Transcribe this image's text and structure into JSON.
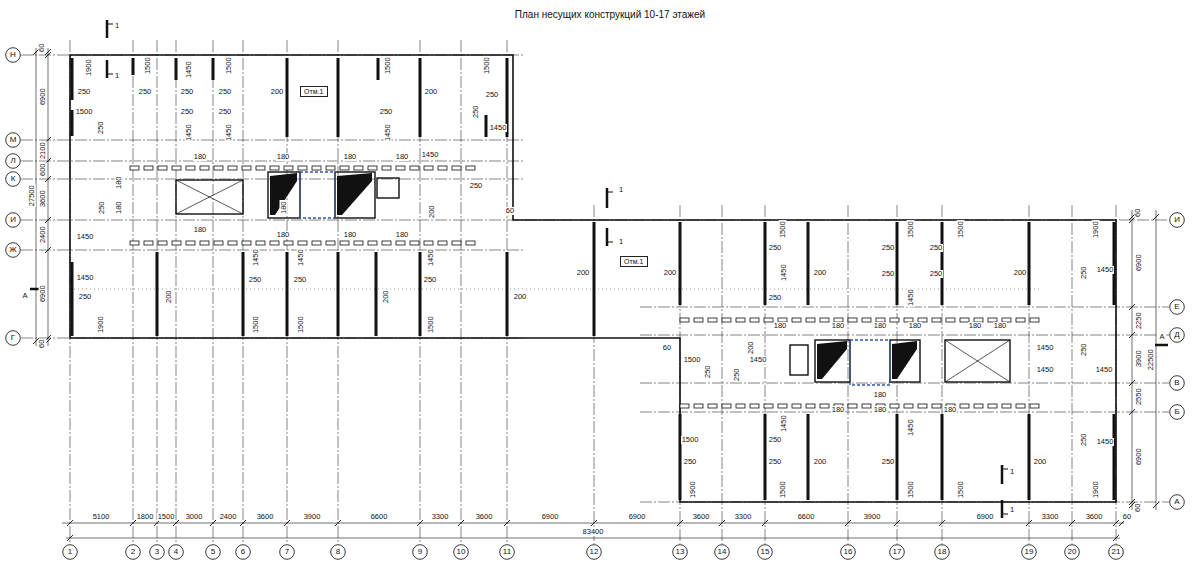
{
  "diagram": {
    "title": "План несущих конструкций 10-17 этажей",
    "nodes": [
      {
        "text": [
          "Н"
        ]
      },
      {
        "text": [
          "М"
        ]
      },
      {
        "text": [
          "Л"
        ]
      },
      {
        "text": [
          "К"
        ]
      },
      {
        "text": [
          "И"
        ]
      },
      {
        "text": [
          "Ж"
        ]
      },
      {
        "text": [
          "Г"
        ]
      },
      {
        "text": [
          "Отм.1"
        ]
      },
      {
        "text": [
          "И"
        ]
      },
      {
        "text": [
          "Е"
        ]
      },
      {
        "text": [
          "Д"
        ]
      },
      {
        "text": [
          "В"
        ]
      },
      {
        "text": [
          "Б"
        ]
      },
      {
        "text": [
          "А"
        ]
      },
      {
        "text": [
          "Отм.1"
        ]
      },
      {
        "text": [
          "1"
        ]
      },
      {
        "text": [
          "2"
        ]
      },
      {
        "text": [
          "3"
        ]
      },
      {
        "text": [
          "4"
        ]
      },
      {
        "text": [
          "5"
        ]
      },
      {
        "text": [
          "6"
        ]
      },
      {
        "text": [
          "7"
        ]
      },
      {
        "text": [
          "8"
        ]
      },
      {
        "text": [
          "9"
        ]
      },
      {
        "text": [
          "10"
        ]
      },
      {
        "text": [
          "11"
        ]
      },
      {
        "text": [
          "12"
        ]
      },
      {
        "text": [
          "13"
        ]
      },
      {
        "text": [
          "14"
        ]
      },
      {
        "text": [
          "15"
        ]
      },
      {
        "text": [
          "16"
        ]
      },
      {
        "text": [
          "17"
        ]
      },
      {
        "text": [
          "18"
        ]
      },
      {
        "text": [
          "19"
        ]
      },
      {
        "text": [
          "20"
        ]
      },
      {
        "text": [
          "21"
        ]
      }
    ],
    "labels": [
      "5100",
      "1800",
      "1500",
      "3000",
      "2400",
      "3600",
      "3900",
      "6600",
      "3300",
      "3600",
      "6900",
      "6900",
      "3600",
      "3300",
      "6600",
      "3900",
      "6900",
      "3300",
      "3600",
      "60",
      "83400",
      "60",
      "6900",
      "2100",
      "600",
      "3600",
      "2400",
      "6900",
      "60",
      "27500",
      "60",
      "6900",
      "2250",
      "3900",
      "2550",
      "6900",
      "60",
      "22500",
      "1",
      "1",
      "1",
      "1",
      "1",
      "1",
      "А",
      "А",
      "1900",
      "1500",
      "1450",
      "1500",
      "250",
      "250",
      "250",
      "250",
      "200",
      "1500",
      "250",
      "250",
      "250",
      "1450",
      "1450",
      "1500",
      "200",
      "1500",
      "250",
      "250",
      "250",
      "1450",
      "1450",
      "180",
      "180",
      "180",
      "180",
      "1450",
      "250",
      "180",
      "250",
      "180",
      "180",
      "200",
      "60",
      "180",
      "180",
      "180",
      "180",
      "1450",
      "1450",
      "250",
      "1900",
      "200",
      "1450",
      "1450",
      "250",
      "250",
      "1500",
      "1500",
      "200",
      "1450",
      "250",
      "1500",
      "200",
      "200",
      "200",
      "1500",
      "250",
      "1450",
      "250",
      "1500",
      "1500",
      "250",
      "250",
      "250",
      "250",
      "1450",
      "1900",
      "250",
      "1450",
      "200",
      "200",
      "180",
      "180",
      "180",
      "180",
      "180",
      "180",
      "60",
      "1500",
      "250",
      "250",
      "1450",
      "200",
      "1450",
      "1450",
      "1450",
      "250",
      "180",
      "180",
      "180",
      "180",
      "1450",
      "1450",
      "250",
      "250",
      "250",
      "1500",
      "250",
      "1900",
      "200",
      "200",
      "1500",
      "1500",
      "1500",
      "1450",
      "250",
      "1900"
    ]
  }
}
